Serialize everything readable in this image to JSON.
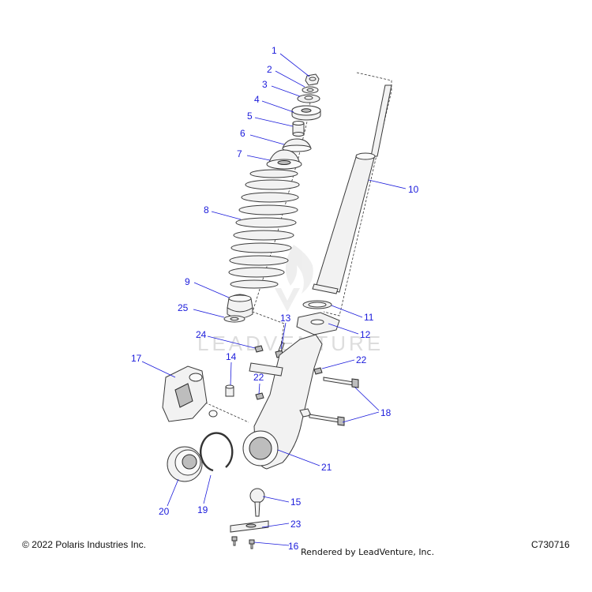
{
  "callouts": [
    "1",
    "2",
    "3",
    "4",
    "5",
    "6",
    "7",
    "8",
    "9",
    "10",
    "11",
    "12",
    "13",
    "14",
    "15",
    "16",
    "17",
    "18",
    "19",
    "20",
    "21",
    "22",
    "22",
    "23",
    "24",
    "25"
  ],
  "watermark": "LEADVENTURE",
  "footer": {
    "copyright": "© 2022 Polaris Industries Inc.",
    "rendered_by": "Rendered by LeadVenture, Inc.",
    "code": "C730716"
  }
}
